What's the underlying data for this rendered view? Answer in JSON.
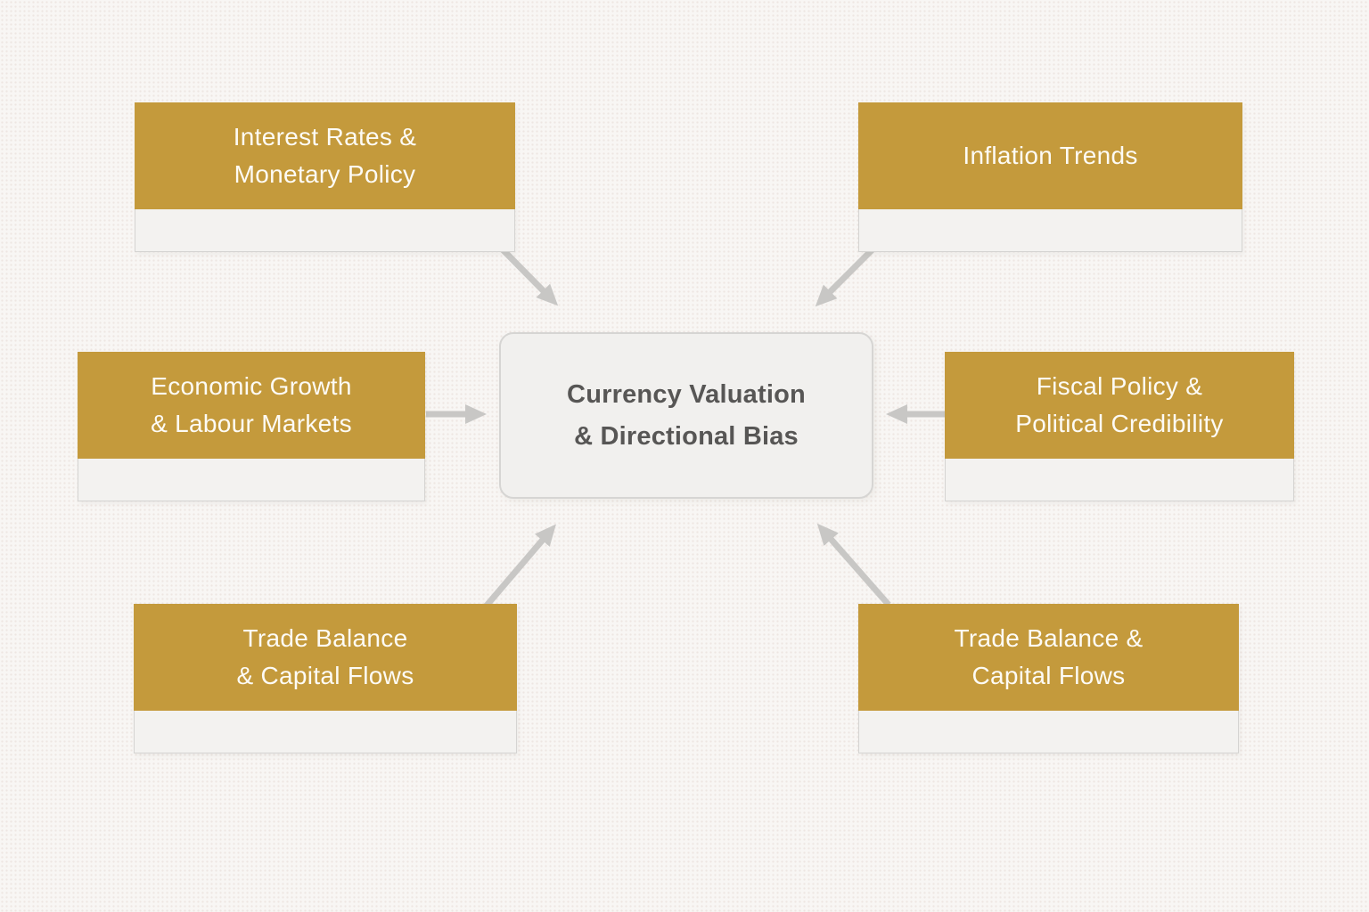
{
  "diagram": {
    "type": "hub-and-spoke",
    "center_node": {
      "id": "currency-valuation-directional-bias",
      "label": "Currency Valuation\n& Directional Bias"
    },
    "factor_nodes": [
      {
        "id": "interest-rates-monetary-policy",
        "position": "top-left",
        "label": "Interest Rates &\nMonetary Policy"
      },
      {
        "id": "inflation-trends",
        "position": "top-right",
        "label": "Inflation Trends"
      },
      {
        "id": "economic-growth-labour-markets",
        "position": "middle-left",
        "label": "Economic Growth\n& Labour Markets"
      },
      {
        "id": "fiscal-policy-political-credibility",
        "position": "middle-right",
        "label": "Fiscal Policy &\nPolitical Credibility"
      },
      {
        "id": "trade-balance-capital-flows-left",
        "position": "bottom-left",
        "label": "Trade Balance\n& Capital Flows"
      },
      {
        "id": "trade-balance-capital-flows-right",
        "position": "bottom-right",
        "label": "Trade Balance &\nCapital Flows"
      }
    ],
    "connections": [
      {
        "from": "interest-rates-monetary-policy",
        "to": "currency-valuation-directional-bias"
      },
      {
        "from": "inflation-trends",
        "to": "currency-valuation-directional-bias"
      },
      {
        "from": "economic-growth-labour-markets",
        "to": "currency-valuation-directional-bias"
      },
      {
        "from": "fiscal-policy-political-credibility",
        "to": "currency-valuation-directional-bias"
      },
      {
        "from": "trade-balance-capital-flows-left",
        "to": "currency-valuation-directional-bias"
      },
      {
        "from": "trade-balance-capital-flows-right",
        "to": "currency-valuation-directional-bias"
      }
    ],
    "colors": {
      "background": "#f8f6f4",
      "node_fill": "#c49a3c",
      "node_label": "#fdfbf5",
      "node_strip_fill": "#f3f2f0",
      "node_strip_border": "#d5d4d2",
      "center_fill": "#f1f0ee",
      "center_border": "#d6d5d3",
      "center_text": "#575655",
      "arrow": "#c8c7c5"
    }
  }
}
